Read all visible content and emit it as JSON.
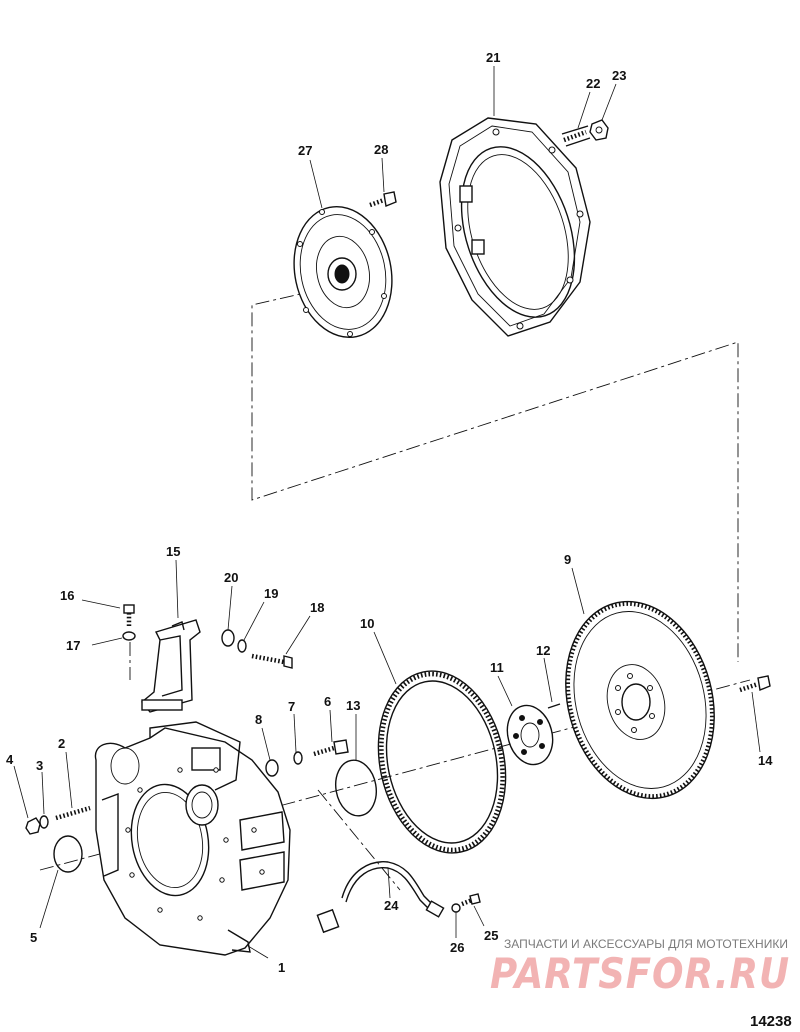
{
  "figure_number": "14238",
  "watermark": {
    "caption": "ЗАПЧАСТИ И АКСЕССУАРЫ ДЛЯ МОТОТЕХНИКИ",
    "logo": "PARTSFOR.RU",
    "color": "#f2b3b3"
  },
  "callouts": [
    "1",
    "2",
    "3",
    "4",
    "5",
    "6",
    "7",
    "8",
    "9",
    "10",
    "11",
    "12",
    "13",
    "14",
    "15",
    "16",
    "17",
    "18",
    "19",
    "20",
    "21",
    "22",
    "23",
    "24",
    "25",
    "26",
    "27",
    "28"
  ]
}
